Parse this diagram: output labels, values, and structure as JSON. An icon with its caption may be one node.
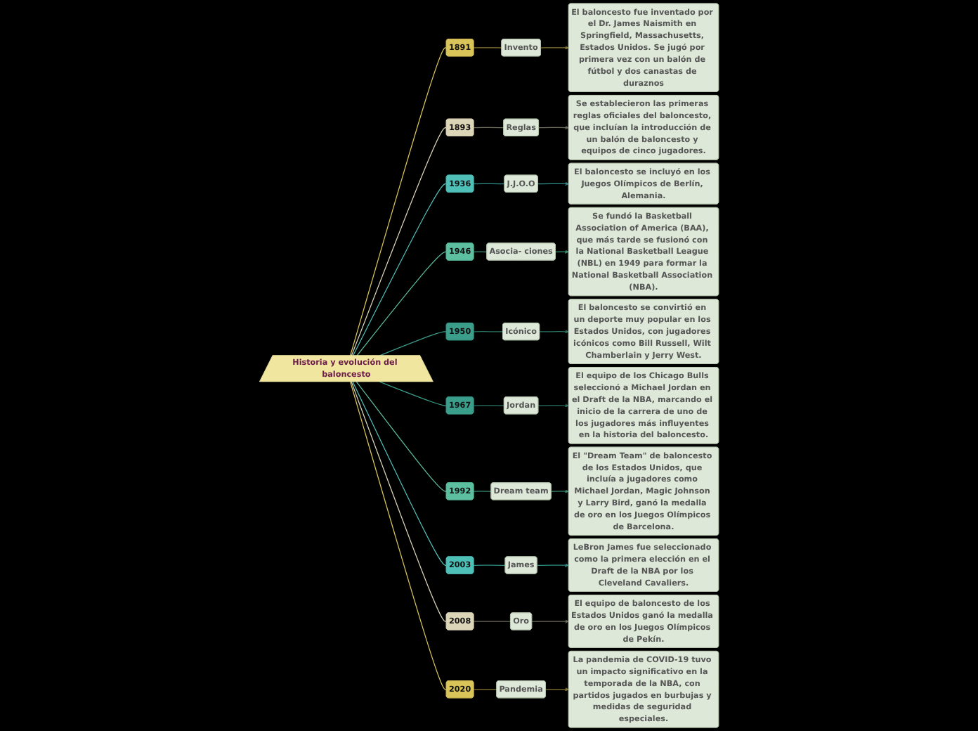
{
  "diagram": {
    "nodes": [
      {
        "text": [
          "Historia y evolución del baloncesto"
        ]
      },
      {
        "text": [
          "1891"
        ]
      },
      {
        "text": [
          "Invento"
        ]
      },
      {
        "text": [
          "El baloncesto fue inventado por el Dr. James Naismith en Springfield, Massachusetts, Estados Unidos. Se jugó por primera vez con un balón de fútbol y dos canastas de duraznos"
        ]
      },
      {
        "text": [
          "1893"
        ]
      },
      {
        "text": [
          "Reglas"
        ]
      },
      {
        "text": [
          "Se establecieron las primeras reglas oficiales del baloncesto, que incluían la introducción de un balón de baloncesto y equipos de cinco jugadores."
        ]
      },
      {
        "text": [
          "1936"
        ]
      },
      {
        "text": [
          "J.J.O.O"
        ]
      },
      {
        "text": [
          "El baloncesto se incluyó en los Juegos Olímpicos de Berlín, Alemania."
        ]
      },
      {
        "text": [
          "1946"
        ]
      },
      {
        "text": [
          "Asocia- ciones"
        ]
      },
      {
        "text": [
          "Se fundó la Basketball Association of America (BAA), que más tarde se fusionó con la National Basketball League (NBL) en 1949 para formar la National Basketball Association (NBA)."
        ]
      },
      {
        "text": [
          "1950"
        ]
      },
      {
        "text": [
          "Icónico"
        ]
      },
      {
        "text": [
          "El baloncesto se convirtió en un deporte muy popular en los Estados Unidos, con jugadores icónicos como Bill Russell, Wilt Chamberlain y Jerry West."
        ]
      },
      {
        "text": [
          "1967"
        ]
      },
      {
        "text": [
          "Jordan"
        ]
      },
      {
        "text": [
          "El equipo de los Chicago Bulls seleccionó a Michael Jordan en el Draft de la NBA, marcando el inicio de la carrera de uno de los jugadores más influyentes en la historia del baloncesto."
        ]
      },
      {
        "text": [
          "1992"
        ]
      },
      {
        "text": [
          "Dream team"
        ]
      },
      {
        "text": [
          "El \"Dream Team\" de baloncesto de los Estados Unidos, que incluía a jugadores como Michael Jordan, Magic Johnson y Larry Bird, ganó la medalla de oro en los Juegos Olímpicos de Barcelona."
        ]
      },
      {
        "text": [
          "2003"
        ]
      },
      {
        "text": [
          "James"
        ]
      },
      {
        "text": [
          "LeBron James fue seleccionado como la primera elección en el Draft de la NBA por los Cleveland Cavaliers."
        ]
      },
      {
        "text": [
          "2008"
        ]
      },
      {
        "text": [
          "Oro"
        ]
      },
      {
        "text": [
          "El equipo de baloncesto de los Estados Unidos ganó la medalla de oro en los Juegos Olímpicos de Pekín."
        ]
      },
      {
        "text": [
          "2020"
        ]
      },
      {
        "text": [
          "Pandemia"
        ]
      },
      {
        "text": [
          "La pandemia de COVID-19 tuvo un impacto significativo en la temporada de la NBA, con partidos jugados en burbujas y medidas de seguridad especiales."
        ]
      }
    ],
    "edges": [
      {
        "from": 0,
        "to": 1,
        "arrow": "none",
        "color": "#d9c45a"
      },
      {
        "from": 1,
        "to": 2,
        "arrow": "none",
        "color": "#8a7a30"
      },
      {
        "from": 2,
        "to": 3,
        "arrow": "to",
        "color": "#8a7a30"
      },
      {
        "from": 0,
        "to": 4,
        "arrow": "none",
        "color": "#ddd5b8"
      },
      {
        "from": 4,
        "to": 5,
        "arrow": "none",
        "color": "#6e6a5c"
      },
      {
        "from": 5,
        "to": 6,
        "arrow": "to",
        "color": "#6e6a5c"
      },
      {
        "from": 0,
        "to": 7,
        "arrow": "none",
        "color": "#4fc0b8"
      },
      {
        "from": 7,
        "to": 8,
        "arrow": "none",
        "color": "#2f8f88"
      },
      {
        "from": 8,
        "to": 9,
        "arrow": "to",
        "color": "#2f8f88"
      },
      {
        "from": 0,
        "to": 10,
        "arrow": "none",
        "color": "#5cbf9f"
      },
      {
        "from": 10,
        "to": 11,
        "arrow": "none",
        "color": "#3a8f75"
      },
      {
        "from": 11,
        "to": 12,
        "arrow": "to",
        "color": "#3a8f75"
      },
      {
        "from": 0,
        "to": 13,
        "arrow": "none",
        "color": "#3a9e8a"
      },
      {
        "from": 13,
        "to": 14,
        "arrow": "none",
        "color": "#2a7565"
      },
      {
        "from": 14,
        "to": 15,
        "arrow": "to",
        "color": "#2a7565"
      },
      {
        "from": 0,
        "to": 16,
        "arrow": "none",
        "color": "#3a9e8a"
      },
      {
        "from": 16,
        "to": 17,
        "arrow": "none",
        "color": "#2a7565"
      },
      {
        "from": 17,
        "to": 18,
        "arrow": "to",
        "color": "#2a7565"
      },
      {
        "from": 0,
        "to": 19,
        "arrow": "none",
        "color": "#5cbf9f"
      },
      {
        "from": 19,
        "to": 20,
        "arrow": "none",
        "color": "#3a8f75"
      },
      {
        "from": 20,
        "to": 21,
        "arrow": "to",
        "color": "#3a8f75"
      },
      {
        "from": 0,
        "to": 22,
        "arrow": "none",
        "color": "#4fc0b8"
      },
      {
        "from": 22,
        "to": 23,
        "arrow": "none",
        "color": "#2f8f88"
      },
      {
        "from": 23,
        "to": 24,
        "arrow": "to",
        "color": "#2f8f88"
      },
      {
        "from": 0,
        "to": 25,
        "arrow": "none",
        "color": "#ddd5b8"
      },
      {
        "from": 25,
        "to": 26,
        "arrow": "none",
        "color": "#6e6a5c"
      },
      {
        "from": 26,
        "to": 27,
        "arrow": "to",
        "color": "#6e6a5c"
      },
      {
        "from": 0,
        "to": 28,
        "arrow": "none",
        "color": "#d9c45a"
      },
      {
        "from": 28,
        "to": 29,
        "arrow": "none",
        "color": "#8a7a30"
      },
      {
        "from": 29,
        "to": 30,
        "arrow": "to",
        "color": "#8a7a30"
      }
    ]
  }
}
